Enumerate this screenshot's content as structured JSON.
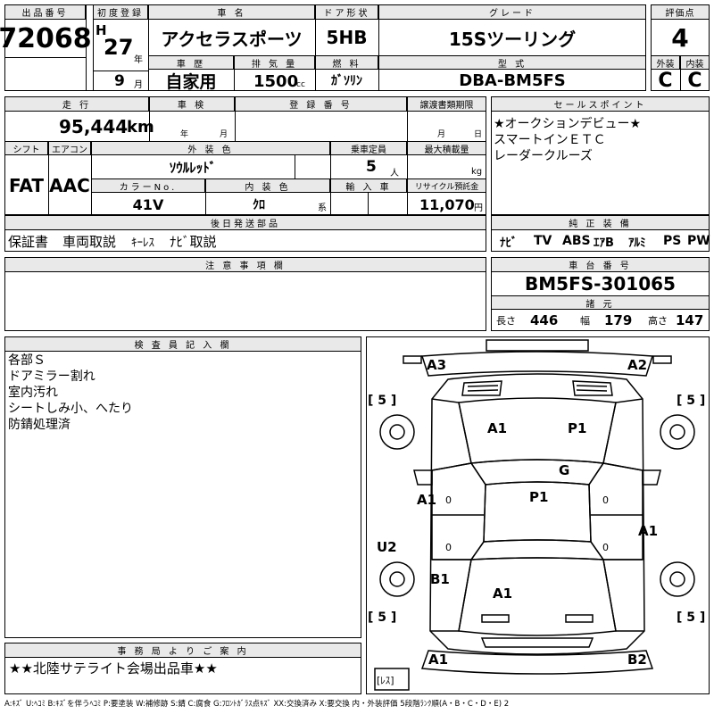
{
  "header": {
    "lot_no_label": "出品番号",
    "lot_no": "72068",
    "first_reg_label": "初度登録",
    "era": "H",
    "year": "27",
    "year_unit": "年",
    "month": "9",
    "month_unit": "月",
    "car_name_label": "車 名",
    "car_name": "アクセラスポーツ",
    "door_label": "ドア形状",
    "door": "5HB",
    "grade_label": "グレード",
    "grade": "15Sツーリング",
    "score_label": "評価点",
    "score": "4",
    "history_label": "車 歴",
    "history": "自家用",
    "displacement_label": "排 気 量",
    "displacement": "1500",
    "displacement_unit": "cc",
    "fuel_label": "燃 料",
    "fuel": "ｶﾞｿﾘﾝ",
    "model_label": "型 式",
    "model": "DBA-BM5FS",
    "exterior_label": "外装",
    "exterior": "C",
    "interior_label": "内装",
    "interior": "C"
  },
  "spec": {
    "mileage_label": "走 行",
    "mileage": "95,444",
    "mileage_unit": "km",
    "inspection_label": "車 検",
    "ins_year_unit": "年",
    "ins_month_unit": "月",
    "reg_no_label": "登 録 番 号",
    "transfer_label": "譲渡書類期限",
    "transfer_month_unit": "月",
    "transfer_day_unit": "日",
    "shift_label": "シフト",
    "shift": "FAT",
    "ac_label": "エアコン",
    "ac": "AAC",
    "ext_color_label": "外 装 色",
    "ext_color": "ｿｳﾙﾚｯﾄﾞ",
    "capacity_label": "乗車定員",
    "capacity": "5",
    "capacity_unit": "人",
    "load_label": "最大積載量",
    "load_unit": "kg",
    "color_no_label": "カラーNo.",
    "color_no": "41V",
    "int_color_label": "内 装 色",
    "int_color": "ｸﾛ",
    "int_color_unit": "系",
    "import_label": "輸 入 車",
    "recycle_label": "リサイクル預託金",
    "recycle": "11,070",
    "recycle_unit": "円"
  },
  "sales_point": {
    "label": "セールスポイント",
    "text": "★オークションデビュー★\nスマートインＥＴＣ\nレーダークルーズ"
  },
  "accessories": {
    "label": "後日発送部品",
    "items": [
      "保証書",
      "車両取説",
      "ｷｰﾚｽ",
      "ﾅﾋﾞ取説"
    ]
  },
  "equipment": {
    "label": "純 正 装 備",
    "items": [
      "ﾅﾋﾞ",
      "TV",
      "ABS",
      "ｴｱB",
      "ｱﾙﾐ",
      "PS",
      "PW"
    ]
  },
  "notes": {
    "label": "注 意 事 項 欄"
  },
  "chassis": {
    "label": "車 台 番 号",
    "number": "BM5FS-301065",
    "dims_label": "諸 元",
    "length_label": "長さ",
    "length": "446",
    "width_label": "幅",
    "width": "179",
    "height_label": "高さ",
    "height": "147"
  },
  "inspector": {
    "label": "検 査 員 記 入 欄",
    "text": "各部Ｓ\nドアミラー割れ\n室内汚れ\nシートしみ小、へたり\n防錆処理済"
  },
  "office": {
    "label": "事 務 局 よ り ご 案 内",
    "text": "★★北陸サテライト会場出品車★★"
  },
  "diagram": {
    "marks": {
      "a3": "A3",
      "a2": "A2",
      "a1_hood_l": "A1",
      "p1_hood": "P1",
      "g": "G",
      "p1_roof": "P1",
      "a1_left": "A1",
      "a1_right": "A1",
      "u2": "U2",
      "b1": "B1",
      "a1_trunk": "A1",
      "a1_bottom": "A1",
      "b2": "B2",
      "tire_tl": "[ 5 ]",
      "tire_tr": "[ 5 ]",
      "tire_bl": "[ 5 ]",
      "tire_br": "[ 5 ]",
      "spare": "[ﾚｽ]",
      "zero_l": "0",
      "zero_r": "0",
      "zero_bl": "0",
      "zero_br": "0"
    }
  },
  "legend": "A:ｷｽﾞ U:ﾍｺﾐ B:ｷｽﾞを伴うﾍｺﾐ P:要塗装 W:補修跡 S:錆 C:腐食 G:ﾌﾛﾝﾄｶﾞﾗｽ点ｷｽﾞ XX:交換済み X:要交換  内・外装評価 5段階ﾗﾝｸ順(A・B・C・D・E) 2",
  "colors": {
    "header_bg": "#e9e9e9",
    "border": "#000000"
  }
}
